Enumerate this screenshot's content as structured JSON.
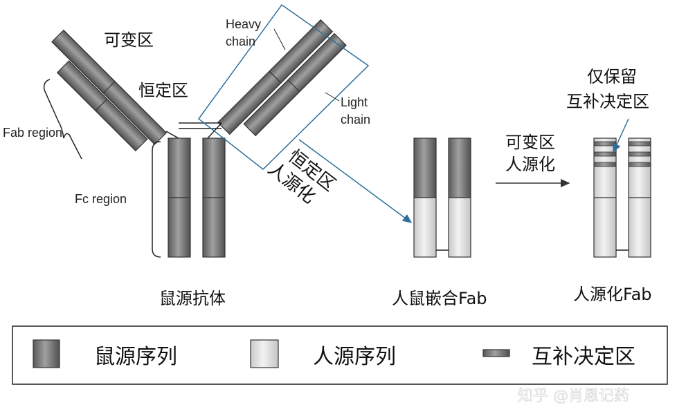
{
  "antibody": {
    "variable_region": "可变区",
    "constant_region": "恒定区",
    "heavy_chain": [
      "Heavy",
      "chain"
    ],
    "light_chain": [
      "Light",
      "chain"
    ],
    "fab_region": "Fab region",
    "fc_region": "Fc region",
    "caption": "鼠源抗体"
  },
  "step1": {
    "label": [
      "恒定区",
      "人源化"
    ]
  },
  "chimeric": {
    "caption": "人鼠嵌合Fab"
  },
  "step2": {
    "label": [
      "可变区",
      "人源化"
    ]
  },
  "humanized": {
    "note": [
      "仅保留",
      "互补决定区"
    ],
    "caption": "人源化Fab"
  },
  "legend": {
    "mouse": "鼠源序列",
    "human": "人源序列",
    "cdr": "互补决定区"
  },
  "watermark": "知乎 @肖恩记药",
  "colors": {
    "mouse": "#7a7a7a",
    "human": "#dcdcdc",
    "frame_blue": "#2f6f9a",
    "outline": "#333333"
  }
}
